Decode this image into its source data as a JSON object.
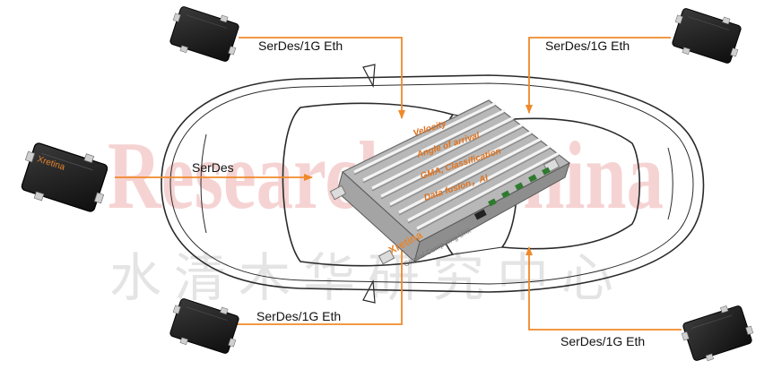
{
  "watermark": {
    "text_en": "ResearchInChina",
    "text_cn": "水清木华研究中心"
  },
  "connections": [
    {
      "id": "front-left",
      "label": "SerDes/1G Eth"
    },
    {
      "id": "front-right",
      "label": "SerDes/1G Eth"
    },
    {
      "id": "left",
      "label": "SerDes"
    },
    {
      "id": "rear-left",
      "label": "SerDes/1G Eth"
    },
    {
      "id": "rear-right",
      "label": "SerDes/1G Eth"
    }
  ],
  "ecu": {
    "brand": "Xretina",
    "subtitle": "Central Computing Unit",
    "functions": [
      "Velocity",
      "Angle of arrival",
      "GMA, Classification",
      "Data fusion，AI"
    ]
  },
  "sensor_brand": "Xretina",
  "colors": {
    "line": "#f0892a",
    "label": "#111111",
    "ecu_text": "#e0731f",
    "watermark_red": "#f6d3d3",
    "watermark_gray": "#e4e4e4"
  }
}
